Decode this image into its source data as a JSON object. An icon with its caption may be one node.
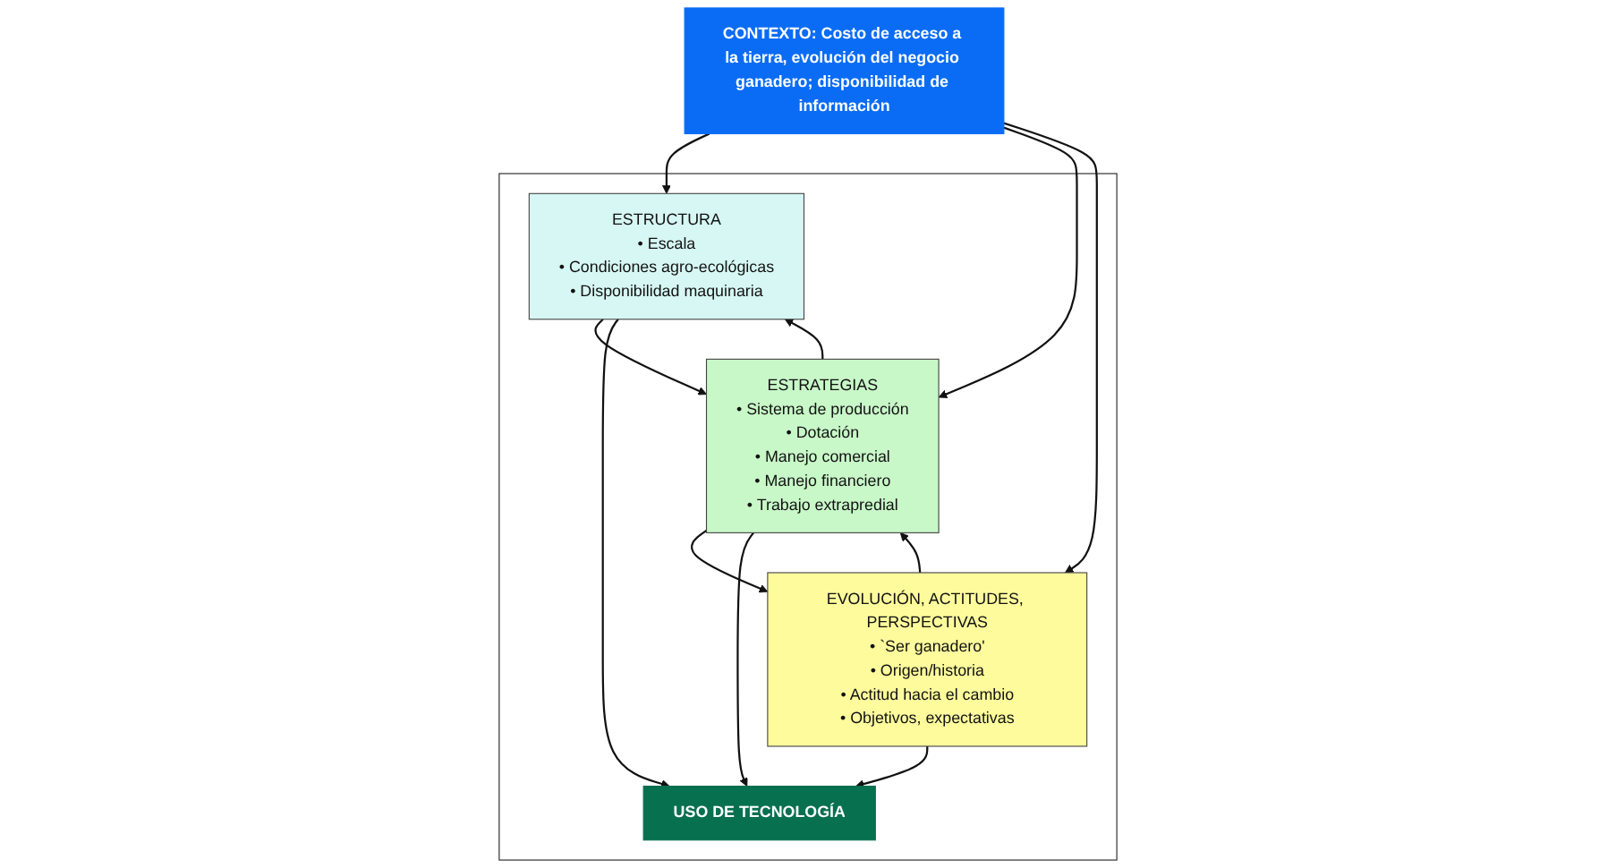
{
  "diagram": {
    "nodes": [
      {
        "text": [
          "CONTEXTO: Costo de acceso a la tierra, evolución del negocio ganadero; disponibilidad de información"
        ]
      },
      {
        "text": [],
        "shape": "box"
      },
      {
        "text": [
          "ESTRUCTURA",
          "• Escala",
          "• Condiciones agro-ecológicas",
          "• Disponibilidad maquinaria"
        ],
        "in": 1
      },
      {
        "text": [
          "ESTRATEGIAS",
          "• Sistema de producción",
          "• Dotación",
          "• Manejo comercial",
          "• Manejo financiero",
          "• Trabajo extrapredial"
        ],
        "in": 1
      },
      {
        "text": [
          "EVOLUCIÓN, ACTITUDES, PERSPECTIVAS",
          "• `Ser ganadero'",
          "• Origen/historia",
          "• Actitud hacia el cambio",
          "• Objetivos, expectativas"
        ],
        "in": 1
      },
      {
        "text": [
          "USO DE TECNOLOGÍA"
        ],
        "in": 1
      }
    ],
    "edges": [
      {
        "from": 0,
        "to": 2,
        "arrow": "to"
      },
      {
        "from": 0,
        "to": 3,
        "arrow": "to"
      },
      {
        "from": 0,
        "to": 4,
        "arrow": "to"
      },
      {
        "from": 2,
        "to": 3,
        "arrow": "to"
      },
      {
        "from": 3,
        "to": 2,
        "arrow": "to"
      },
      {
        "from": 3,
        "to": 4,
        "arrow": "to"
      },
      {
        "from": 4,
        "to": 3,
        "arrow": "to"
      },
      {
        "from": 2,
        "to": 5,
        "arrow": "to"
      },
      {
        "from": 3,
        "to": 5,
        "arrow": "to"
      },
      {
        "from": 4,
        "to": 5,
        "arrow": "to"
      }
    ]
  }
}
